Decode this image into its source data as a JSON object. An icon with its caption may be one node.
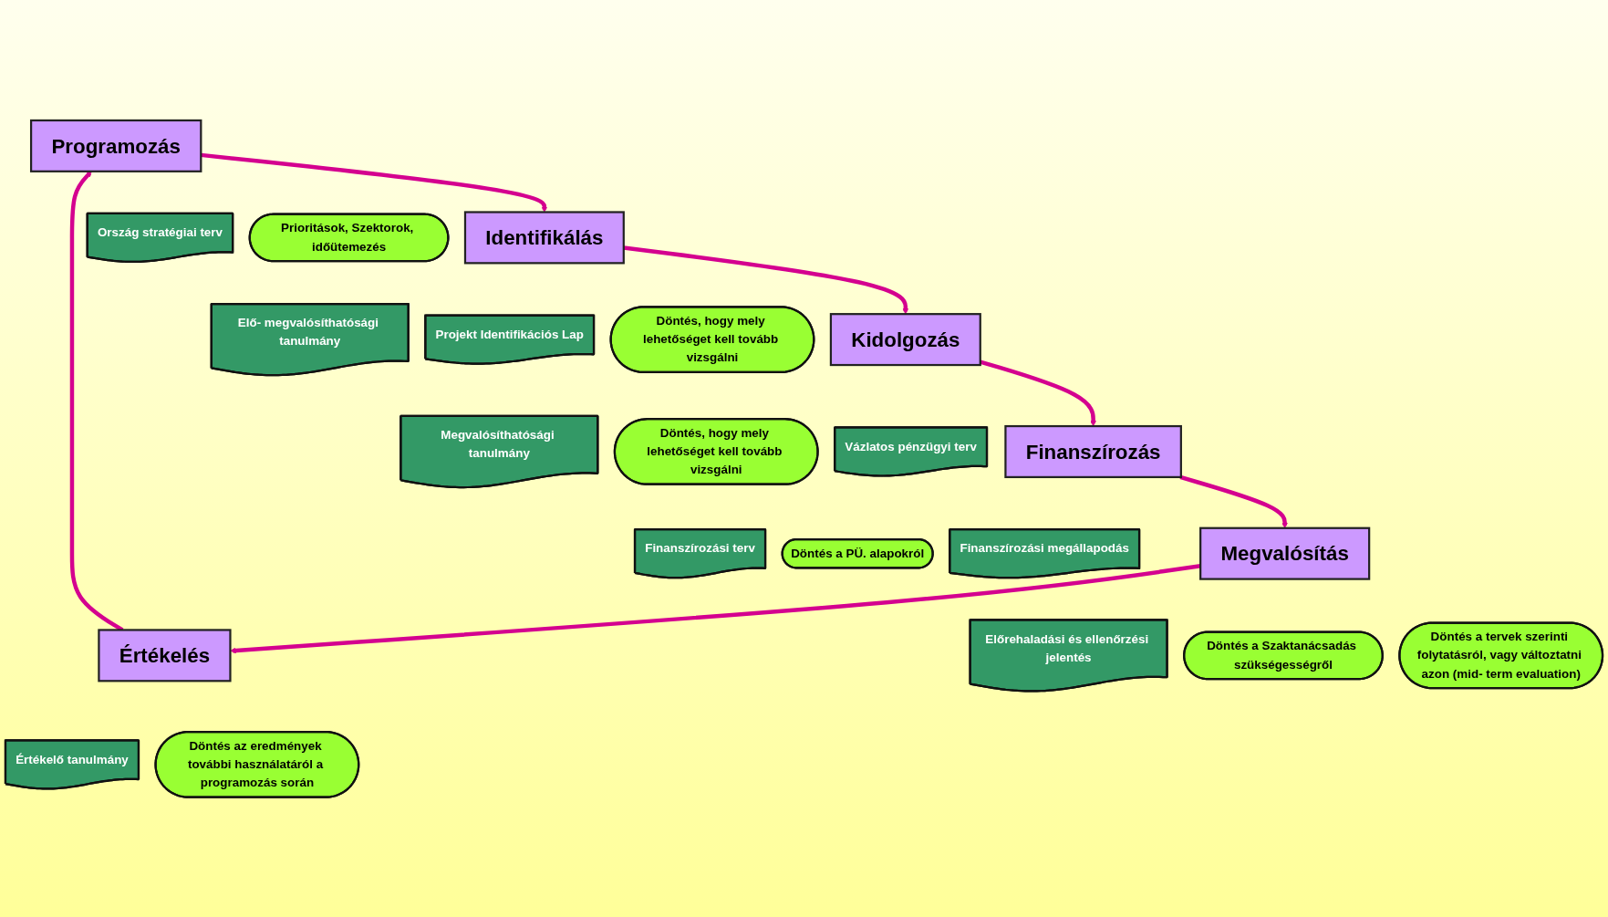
{
  "diagram": {
    "nodes": [
      {
        "text": [
          "Programozás"
        ]
      },
      {
        "text": [
          "Identifikálás"
        ]
      },
      {
        "text": [
          "Kidolgozás"
        ]
      },
      {
        "text": [
          "Finanszírozás"
        ]
      },
      {
        "text": [
          "Megvalósítás"
        ]
      },
      {
        "text": [
          "Értékelés"
        ]
      },
      {
        "text": [
          "Ország stratégiai terv"
        ]
      },
      {
        "text": [
          "Prioritások, Szektorok, időütemezés"
        ]
      },
      {
        "text": [
          "Elő- megvalósíthatósági tanulmány"
        ]
      },
      {
        "text": [
          "Projekt Identifikációs Lap"
        ]
      },
      {
        "text": [
          "Döntés, hogy mely lehetőséget kell tovább vizsgálni"
        ]
      },
      {
        "text": [
          "Megvalósíthatósági tanulmány"
        ]
      },
      {
        "text": [
          "Döntés, hogy mely lehetőséget kell tovább vizsgálni"
        ]
      },
      {
        "text": [
          "Vázlatos pénzügyi terv"
        ]
      },
      {
        "text": [
          "Finanszírozási terv"
        ]
      },
      {
        "text": [
          "Döntés a PÜ. alapokról"
        ]
      },
      {
        "text": [
          "Finanszírozási megállapodás"
        ]
      },
      {
        "text": [
          "Előrehaladási és ellenőrzési jelentés"
        ]
      },
      {
        "text": [
          "Döntés a Szaktanácsadás szükségességről"
        ]
      },
      {
        "text": [
          "Döntés a tervek szerinti folytatásról, vagy változtatni azon (mid- term evaluation)"
        ]
      },
      {
        "text": [
          "Értékelő tanulmány"
        ]
      },
      {
        "text": [
          "Döntés az eredmények további használatáról a programozás során"
        ]
      }
    ],
    "edges": [
      {
        "from": 0,
        "to": 1,
        "arrow": "to"
      },
      {
        "from": 1,
        "to": 2,
        "arrow": "to"
      },
      {
        "from": 2,
        "to": 3,
        "arrow": "to"
      },
      {
        "from": 3,
        "to": 4,
        "arrow": "to"
      },
      {
        "from": 4,
        "to": 5,
        "arrow": "to"
      },
      {
        "from": 5,
        "to": 0,
        "arrow": "to"
      }
    ]
  }
}
